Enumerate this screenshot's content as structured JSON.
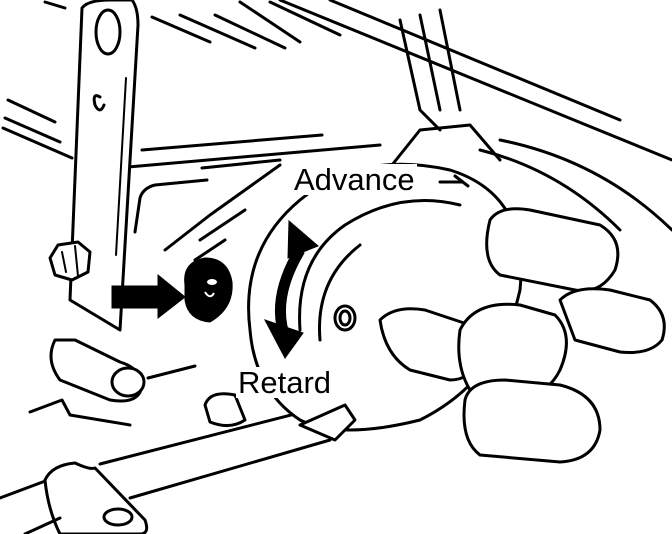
{
  "diagram": {
    "subject": "distributor ignition timing adjustment",
    "labels": {
      "advance": "Advance",
      "retard": "Retard"
    },
    "colors": {
      "ink": "#000000",
      "paper": "#ffffff"
    },
    "callouts": [
      {
        "type": "pointer-arrow",
        "target": "distributor hold-down bolt",
        "direction": "right"
      },
      {
        "type": "curved-double-arrow",
        "meaning": "rotate distributor body",
        "ends": [
          "Advance",
          "Retard"
        ]
      }
    ]
  }
}
